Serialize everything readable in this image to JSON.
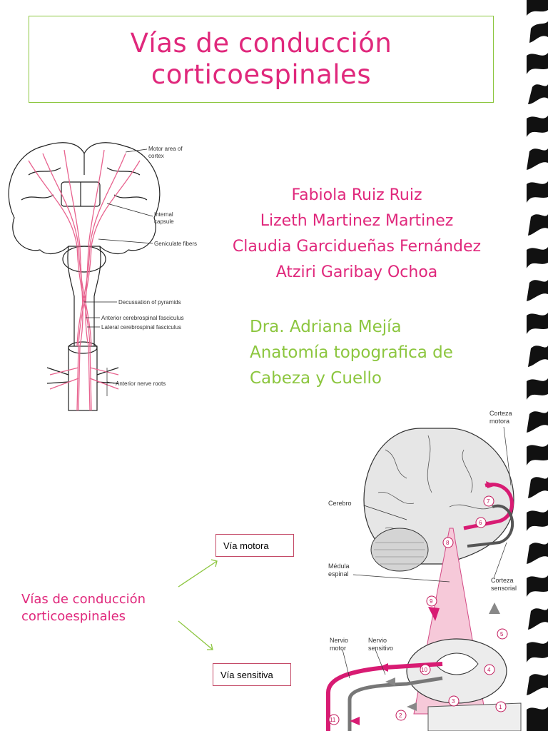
{
  "title": {
    "line1": "Vías de conducción",
    "line2": "corticoespinales"
  },
  "authors": [
    "Fabiola Ruiz Ruiz",
    "Lizeth Martinez Martinez",
    "Claudia Garcidueñas Fernández",
    "Atziri Garibay Ochoa"
  ],
  "advisor": {
    "name": "Dra. Adriana Mejía",
    "course_line1": "Anatomía topografica de",
    "course_line2": "Cabeza y Cuello"
  },
  "top_figure": {
    "labels": {
      "motor_area_1": "Motor area of",
      "motor_area_2": "cortex",
      "internal_capsule_1": "Internal",
      "internal_capsule_2": "capsule",
      "geniculate": "Geniculate fibers",
      "decussation": "Decussation of pyramids",
      "anterior_fasciculus": "Anterior cerebrospinal fasciculus",
      "lateral_fasciculus": "Lateral cerebrospinal fasciculus",
      "anterior_roots": "Anterior nerve roots"
    }
  },
  "concept_map": {
    "root_line1": "Vías de conducción",
    "root_line2": "corticoespinales",
    "motor": "Vía motora",
    "sensory": "Vía sensitiva"
  },
  "bottom_figure": {
    "labels": {
      "corteza_motora_1": "Corteza",
      "corteza_motora_2": "motora",
      "cerebro": "Cerebro",
      "medula_1": "Médula",
      "medula_2": "espinal",
      "corteza_sensorial_1": "Corteza",
      "corteza_sensorial_2": "sensorial",
      "nervio_motor_1": "Nervio",
      "nervio_motor_2": "motor",
      "nervio_sensitivo_1": "Nervio",
      "nervio_sensitivo_2": "sensitivo"
    },
    "numbers": [
      "1",
      "2",
      "3",
      "4",
      "5",
      "6",
      "7",
      "8",
      "9",
      "10",
      "11"
    ]
  },
  "colors": {
    "accent_pink": "#e0287c",
    "accent_green": "#8cc63f",
    "box_border": "#c44a67"
  }
}
